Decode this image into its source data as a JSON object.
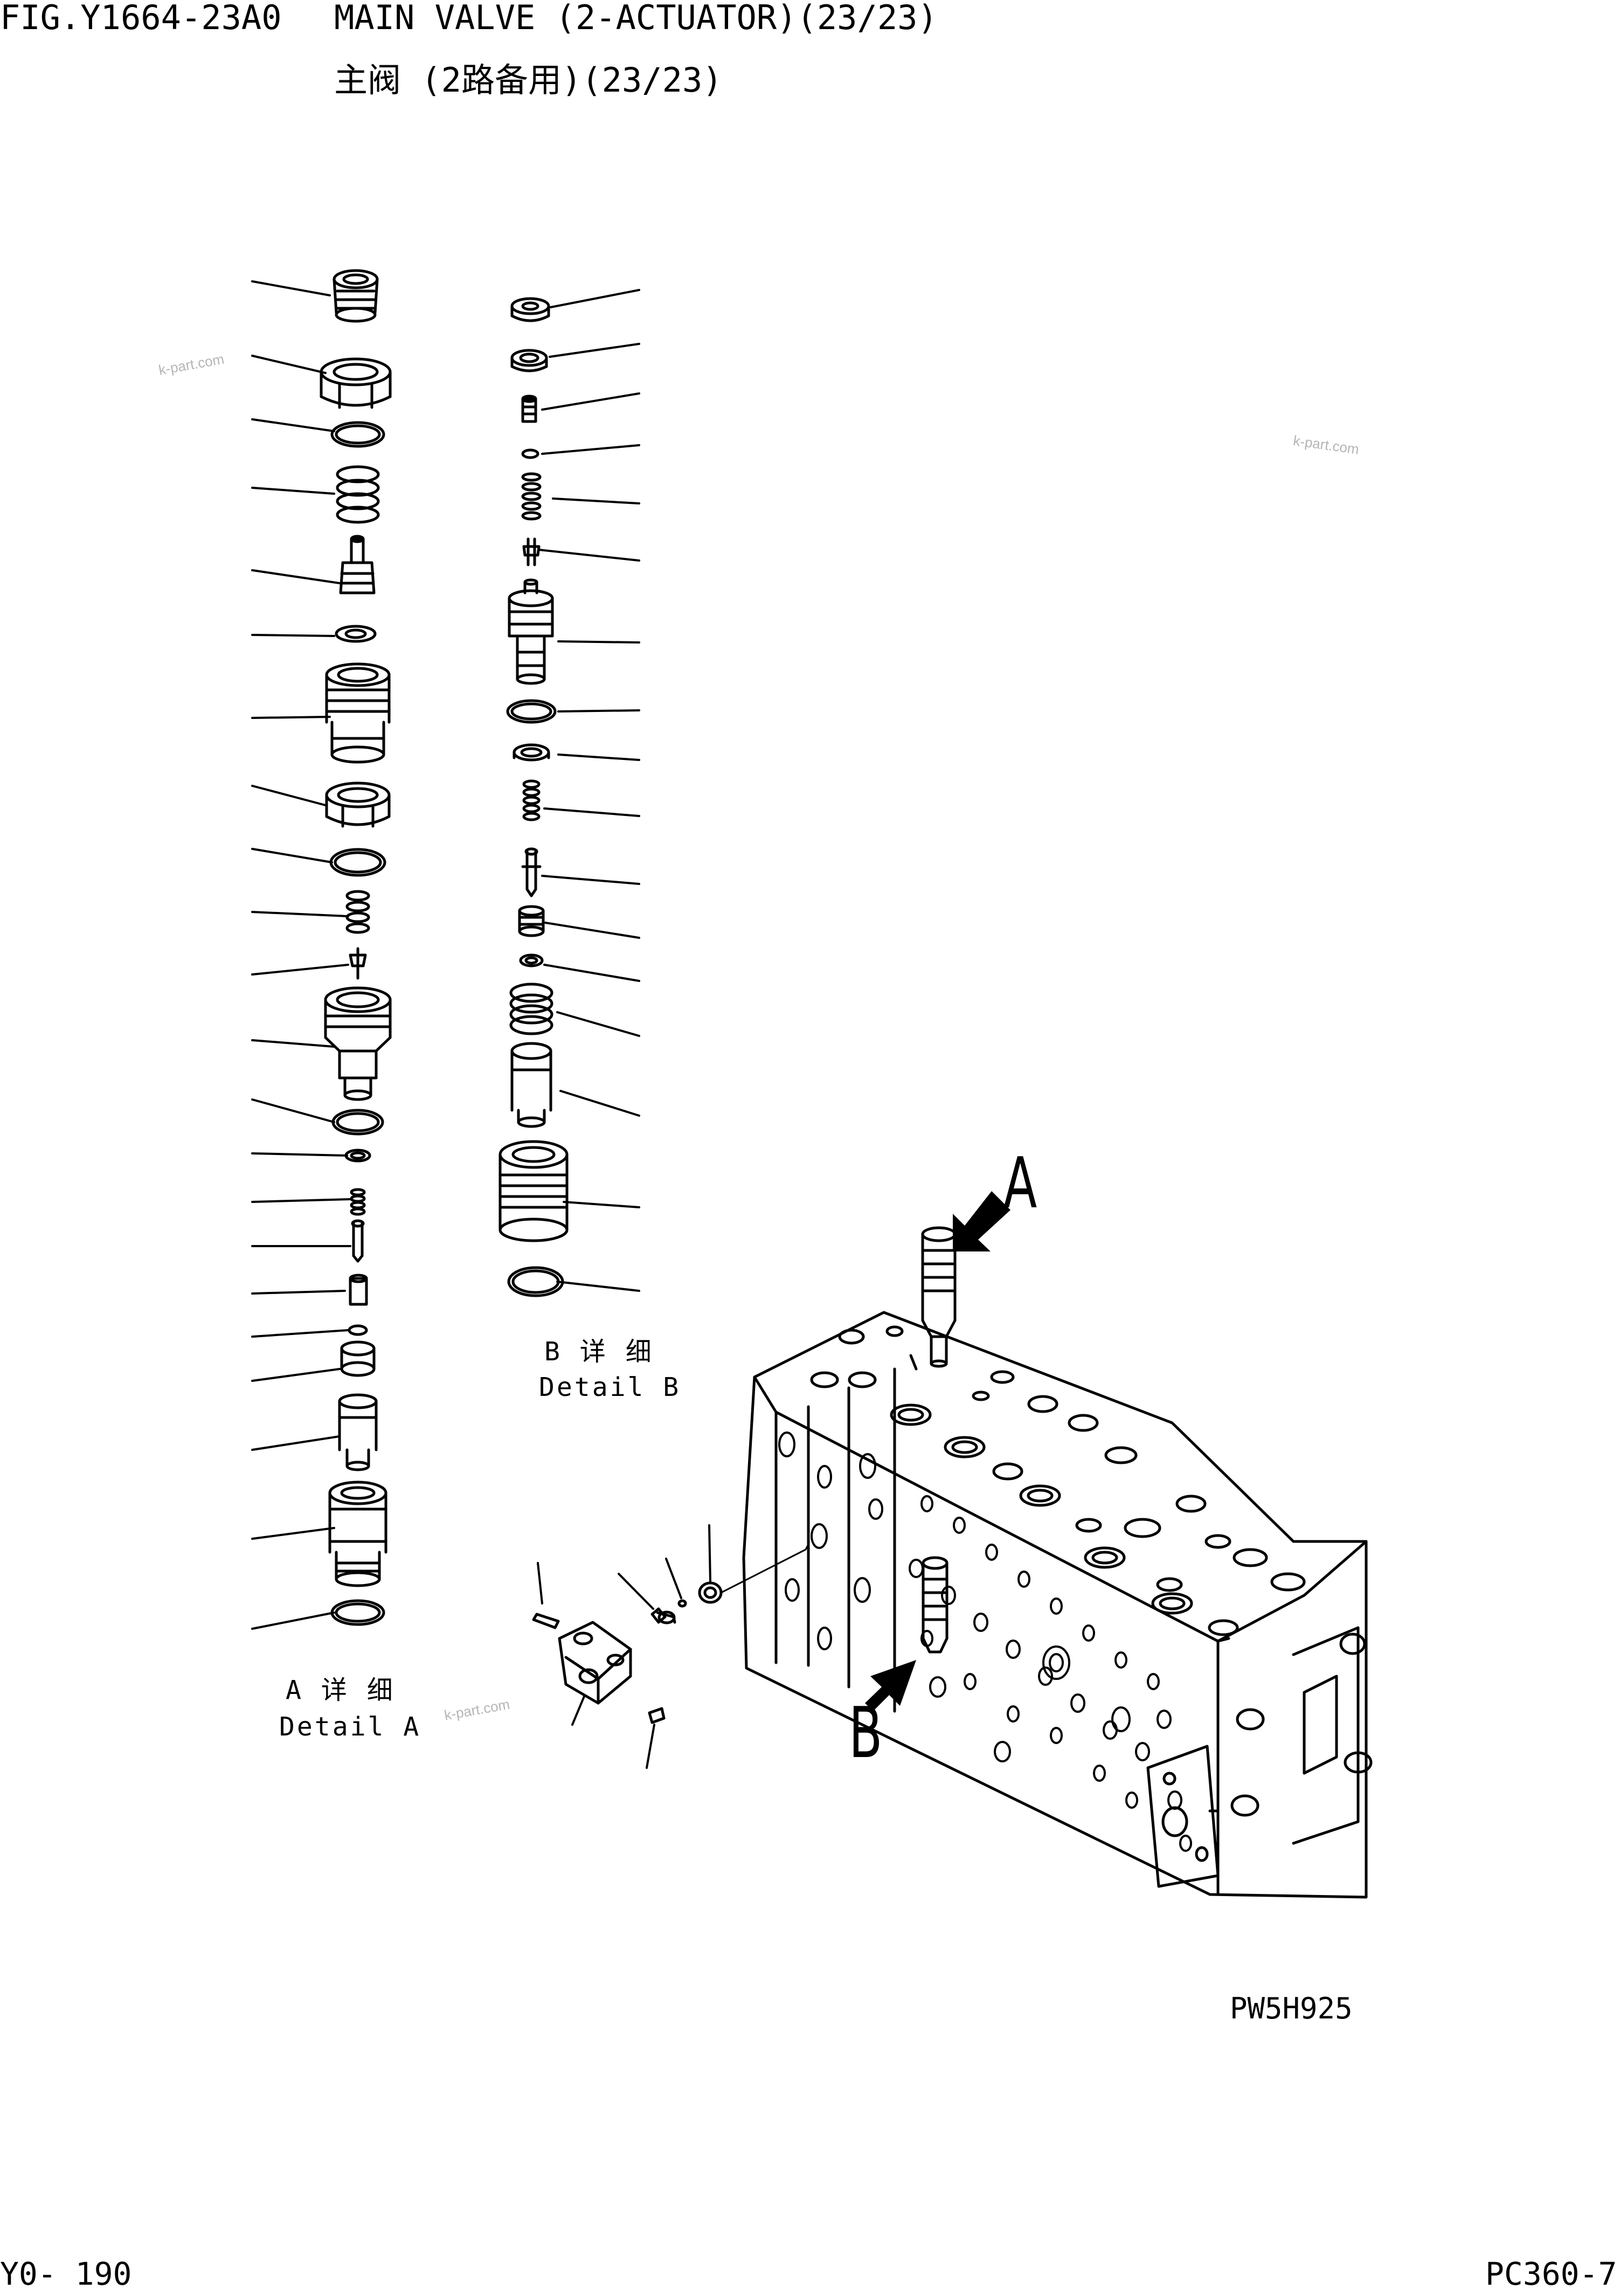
{
  "header": {
    "fig_number": "FIG.Y1664-23A0",
    "title_en": "MAIN VALVE (2-ACTUATOR)(23/23)",
    "title_cn": "主阀 (2路备用)(23/23)"
  },
  "detail_a": {
    "label_cn": "A 详 细",
    "label_en": "Detail A"
  },
  "detail_b": {
    "label_cn": "B 详 细",
    "label_en": "Detail B"
  },
  "callouts": {
    "a": "A",
    "b": "B"
  },
  "drawing_code": "PW5H925",
  "footer": {
    "page": "Y0- 190",
    "model": "PC360-7"
  },
  "watermark": "k-part.com",
  "colors": {
    "ink": "#000000",
    "paper": "#ffffff",
    "watermark": "#b5b5b5"
  }
}
